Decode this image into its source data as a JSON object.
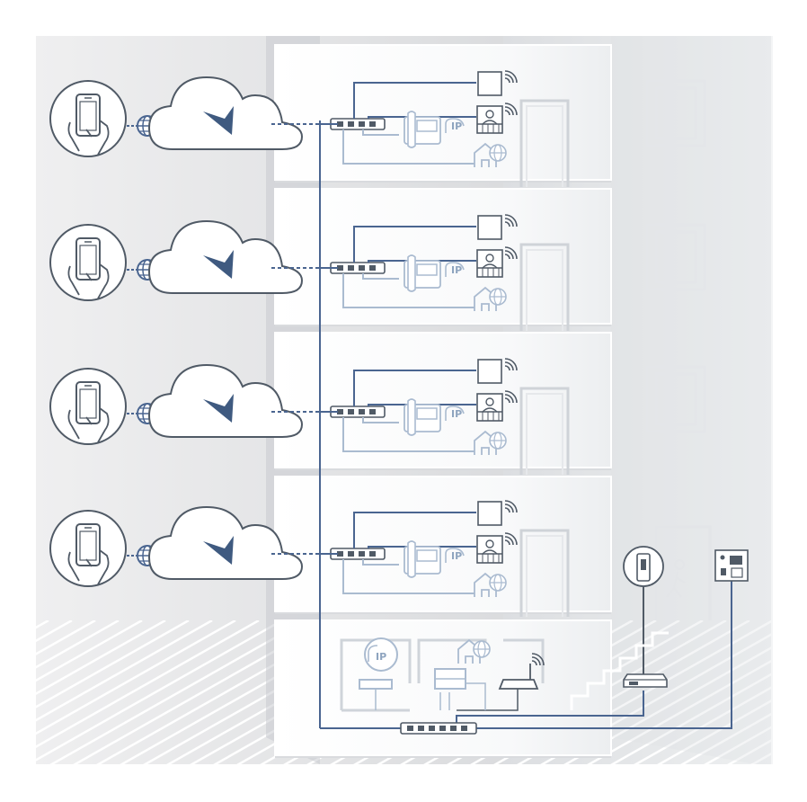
{
  "ip_label": "IP",
  "palette": {
    "network_line": "#4a6590",
    "device_dark": "#505a66",
    "device_faint": "#aabbd0",
    "wall": "#d4d6da",
    "floor": "#ffffff",
    "cloud_arrow": "#3f5a80"
  },
  "floors": [
    {
      "phone_icon": "smartphone-hand-icon",
      "internet_icon": "globe-icon",
      "cloud_icon": "cloud-icon",
      "switch_ports": 4
    },
    {
      "phone_icon": "smartphone-hand-icon",
      "internet_icon": "globe-icon",
      "cloud_icon": "cloud-icon",
      "switch_ports": 4
    },
    {
      "phone_icon": "smartphone-hand-icon",
      "internet_icon": "globe-icon",
      "cloud_icon": "cloud-icon",
      "switch_ports": 4
    },
    {
      "phone_icon": "smartphone-hand-icon",
      "internet_icon": "globe-icon",
      "cloud_icon": "cloud-icon",
      "switch_ports": 4
    }
  ],
  "basement": {
    "main_switch_ports": 6,
    "devices": [
      "ip-pbx-icon",
      "server-icon",
      "router-icon",
      "patch-panel-icon"
    ]
  },
  "entrance": {
    "devices": [
      "door-station-icon",
      "access-reader-icon",
      "controller-icon"
    ]
  }
}
